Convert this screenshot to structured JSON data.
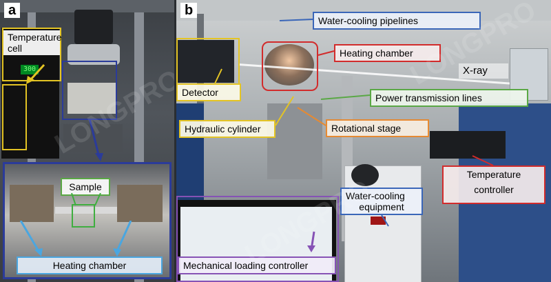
{
  "panels": {
    "a": {
      "letter": "a",
      "labels": {
        "temperature_cell": "Temperature\ncell",
        "sample": "Sample",
        "heating_chamber": "Heating chamber"
      }
    },
    "b": {
      "letter": "b",
      "labels": {
        "water_cooling_pipelines": "Water-cooling pipelines",
        "heating_chamber": "Heating chamber",
        "xray": "X-ray",
        "detector": "Detector",
        "power_transmission_lines": "Power transmission lines",
        "hydraulic_cylinder": "Hydraulic cylinder",
        "rotational_stage": "Rotational stage",
        "temperature_controller_line1": "Temperature",
        "temperature_controller_line2": "controller",
        "water_cooling_equipment_line1": "Water-cooling",
        "water_cooling_equipment_line2": "equipment",
        "mechanical_loading_controller": "Mechanical loading controller"
      }
    }
  },
  "display_reading": "300",
  "watermark": "LONGPRO",
  "colors": {
    "blue": "#3a66b8",
    "red": "#d22b2b",
    "green": "#5aa845",
    "yellow": "#e4c424",
    "orange": "#e68a32",
    "purple": "#8652b5"
  }
}
